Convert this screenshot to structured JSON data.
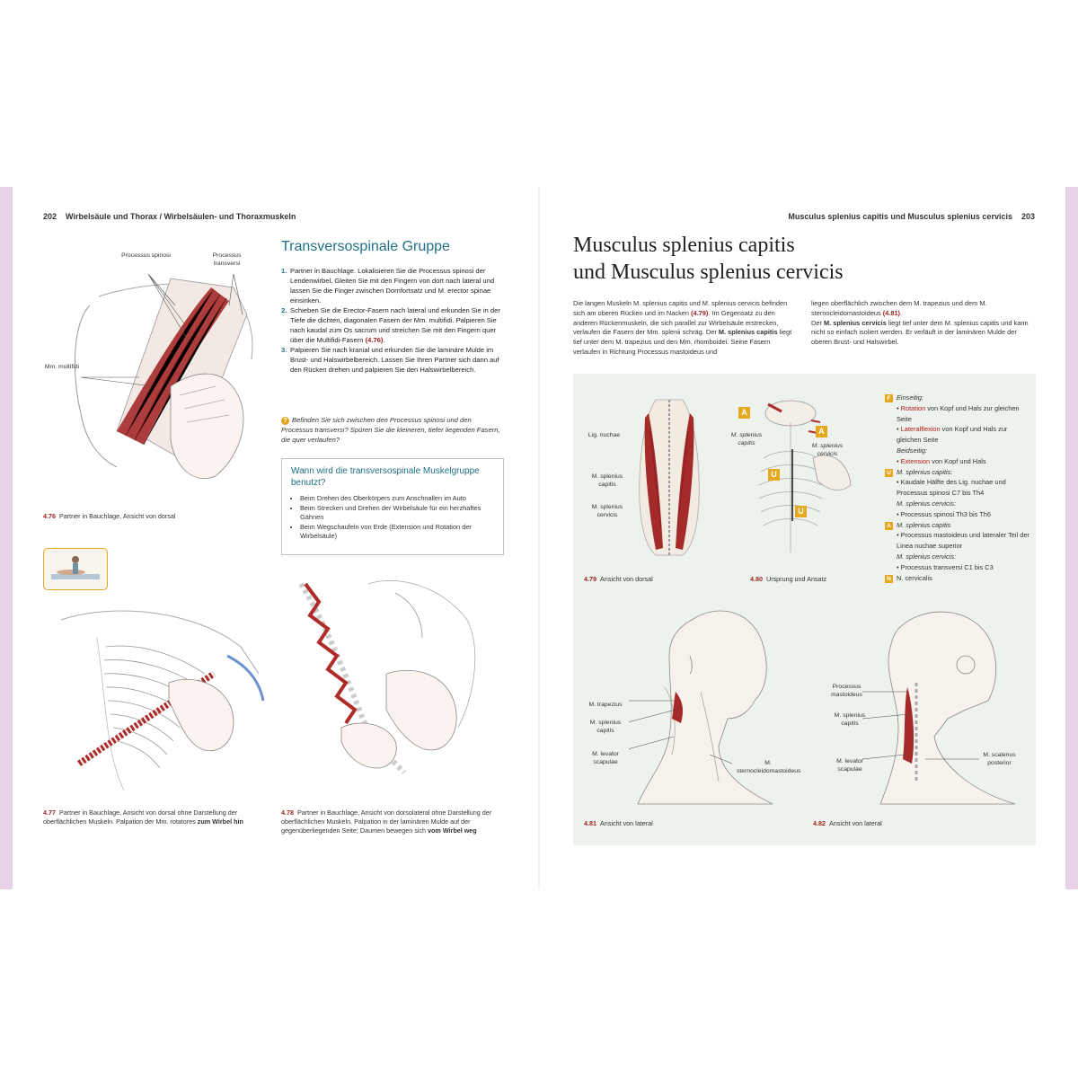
{
  "left_page": {
    "page_number": "202",
    "running_head": "Wirbelsäule und Thorax / Wirbelsäulen- und Thoraxmuskeln",
    "section_title": "Transversospinale Gruppe",
    "steps": [
      {
        "num": "1.",
        "text": "Partner in Bauchlage. Lokalisieren Sie die Processus spinosi der Lendenwirbel. Gleiten Sie mit den Fingern von dort nach lateral und lassen Sie die Finger zwischen Dornfortsatz und M. erector spinae einsinken."
      },
      {
        "num": "2.",
        "text_a": "Schieben Sie die Erector-Fasern nach lateral und erkunden Sie in der Tiefe die dichten, diagonalen Fasern der Mm. multifidi. Palpieren Sie nach kaudal zum Os sacrum und streichen Sie mit den Fingern quer über die Multifidi-Fasern ",
        "ref": "(4.76)",
        "text_b": "."
      },
      {
        "num": "3.",
        "text": "Palpieren Sie nach kranial und erkunden Sie die lamináre Mulde im Brust- und Halswirbelbereich. Lassen Sie Ihren Partner sich dann auf den Rücken drehen und palpieren Sie den Halswirbelbereich."
      }
    ],
    "question": "Befinden Sie sich zwischen den Processus spinosi und den Processus transversi? Spüren Sie die kleineren, tiefer liegenden Fasern, die quer verlaufen?",
    "infobox": {
      "title": "Wann wird die transversospinale Muskelgruppe benutzt?",
      "items": [
        "Beim Drehen des Oberkörpers zum Anschnallen im Auto",
        "Beim Strecken und Drehen der Wirbelsäule für ein herzhaftes Gähnen",
        "Beim Wegschaufeln von Erde (Extension und Rotation der Wirbelsäule)"
      ]
    },
    "fig_476": {
      "number": "4.76",
      "caption": "Partner in Bauchlage, Ansicht von dorsal",
      "labels": {
        "spinosi": "Processus spinosi",
        "transversi": "Processus transversi",
        "multifidi": "Mm. multifidi"
      }
    },
    "fig_477": {
      "number": "4.77",
      "caption_a": "Partner in Bauchlage, Ansicht von dorsal ohne Darstellung der oberflächlichen Muskeln. Palpation der Mm. rotatores ",
      "caption_b": "zum Wirbel hin"
    },
    "fig_478": {
      "number": "4.78",
      "caption_a": "Partner in Bauchlage, Ansicht von dorsolateral ohne Darstellung der oberflächlichen Muskeln. Palpation in der laminären Mulde auf der gegenüberliegenden Seite; Daumen bewegen sich ",
      "caption_b": "vom Wirbel weg"
    }
  },
  "right_page": {
    "page_number": "203",
    "running_head": "Musculus splenius capitis und Musculus splenius cervicis",
    "title_line1": "Musculus splenius capitis",
    "title_line2": "und Musculus splenius cervicis",
    "col1_a": "Die langen Muskeln M. splenius capitis und M. splenius cervicis befinden sich am oberen Rücken und im Nacken ",
    "col1_ref": "(4.79)",
    "col1_b": ". Im Gegensatz zu den anderen Rückenmuskeln, die sich parallel zur Wirbelsäule erstrecken, verlaufen die Fasern der Mm. splenii schräg. Der ",
    "col1_bold": "M. splenius capitis",
    "col1_c": " liegt tief unter dem M. trapezius und den Mm. rhomboidei. Seine Fasern verlaufen in Richtung Processus mastoideus und",
    "col2_a": "liegen oberflächlich zwischen dem M. trapezius und dem M. sternocleidomastoideus ",
    "col2_ref": "(4.81)",
    "col2_b": ".",
    "col2_c": "Der ",
    "col2_bold": "M. splenius cervicis",
    "col2_d": " liegt tief unter dem M. splenius capitis und kann nicht so einfach isoliert werden. Er verläuft in der laminären Mulde der oberen Brust- und Halswirbel.",
    "legend": {
      "f_badge": "F",
      "einseitig": "Einseitig:",
      "rot_term": "Rotation",
      "rot_rest": " von Kopf und Hals zur gleichen Seite",
      "lat_term": "Lateralflexion",
      "lat_rest": " von Kopf und Hals zur gleichen Seite",
      "beidseitig": "Beidseitig:",
      "ext_term": "Extension",
      "ext_rest": " von Kopf und Hals",
      "u_badge": "U",
      "u_cap": "M. splenius capitis:",
      "u_cap_item": "Kaudale Hälfte des Lig. nuchae und Processus spinosi C7 bis Th4",
      "u_cerv": "M. splenius cervicis:",
      "u_cerv_item": "Processus spinosi Th3 bis Th6",
      "a_badge": "A",
      "a_cap": "M. splenius capitis",
      "a_cap_item": "Processus mastoideus und lateraler Teil der Linea nuchae superior",
      "a_cerv": "M. splenius cervicis:",
      "a_cerv_item": "Processus transversi C1 bis C3",
      "n_badge": "N",
      "n_text": "N. cervicalis"
    },
    "fig_479": {
      "number": "4.79",
      "caption": "Ansicht von dorsal",
      "labels": {
        "lig": "Lig. nuchae",
        "cap": "M. splenius capitis",
        "cerv": "M. splenius cervicis"
      }
    },
    "fig_480": {
      "number": "4.80",
      "caption": "Ursprung und Ansatz",
      "labels": {
        "cap": "M. splenius capitis",
        "cerv": "M. splenius cervicis"
      },
      "markers": {
        "a": "A",
        "u": "U"
      }
    },
    "fig_481": {
      "number": "4.81",
      "caption": "Ansicht von lateral",
      "labels": {
        "trap": "M. trapezius",
        "spl": "M. splenius capitis",
        "lev": "M. levator scapulae",
        "scm": "M. sternocleidomastoideus"
      }
    },
    "fig_482": {
      "number": "4.82",
      "caption": "Ansicht von lateral",
      "labels": {
        "mast": "Processus mastoideus",
        "spl": "M. splenius capitis",
        "lev": "M. levator scapulae",
        "scal": "M. scalenus posterior"
      }
    }
  }
}
